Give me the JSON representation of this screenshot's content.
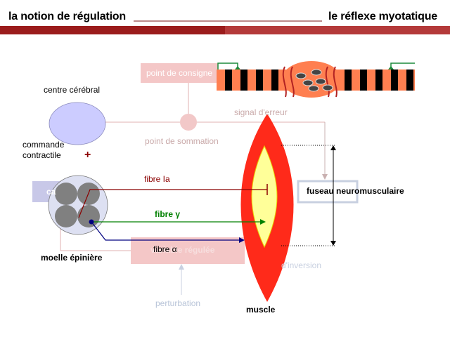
{
  "header": {
    "left_title": "la notion de régulation",
    "right_title": "le réflexe myotatique",
    "accent_color": "#9b1c1c"
  },
  "labels": {
    "centre_cerebral": "centre cérébral",
    "commande_contractile": "commande\ncontractile",
    "plus_sign": "+",
    "point_de_consigne": "point de consigne",
    "signal_erreur": "signal d'erreur",
    "point_de_sommation": "point de sommation",
    "fibre_ia": "fibre Ia",
    "fibre_gamma": "fibre γ",
    "fibre_alpha": "fibre α",
    "variable_regulee": "variable régulée",
    "fuseau_neuromusculaire": "fuseau neuromusculaire",
    "moelle_epiniere": "moelle épinière",
    "d_inversion": "d'inversion",
    "perturbation": "perturbation",
    "muscle": "muscle",
    "ca_fragment": "ca"
  },
  "colors": {
    "muscle_red": "#ff2a1a",
    "spindle_yellow": "#ffff99",
    "cerebral_fill": "#ccccff",
    "spinal_gray": "#808080",
    "faded_pink": "#f2c8c8",
    "fibre_ia_color": "#8b0000",
    "fibre_gamma_color": "#008000",
    "fibre_alpha_color": "#000080"
  }
}
